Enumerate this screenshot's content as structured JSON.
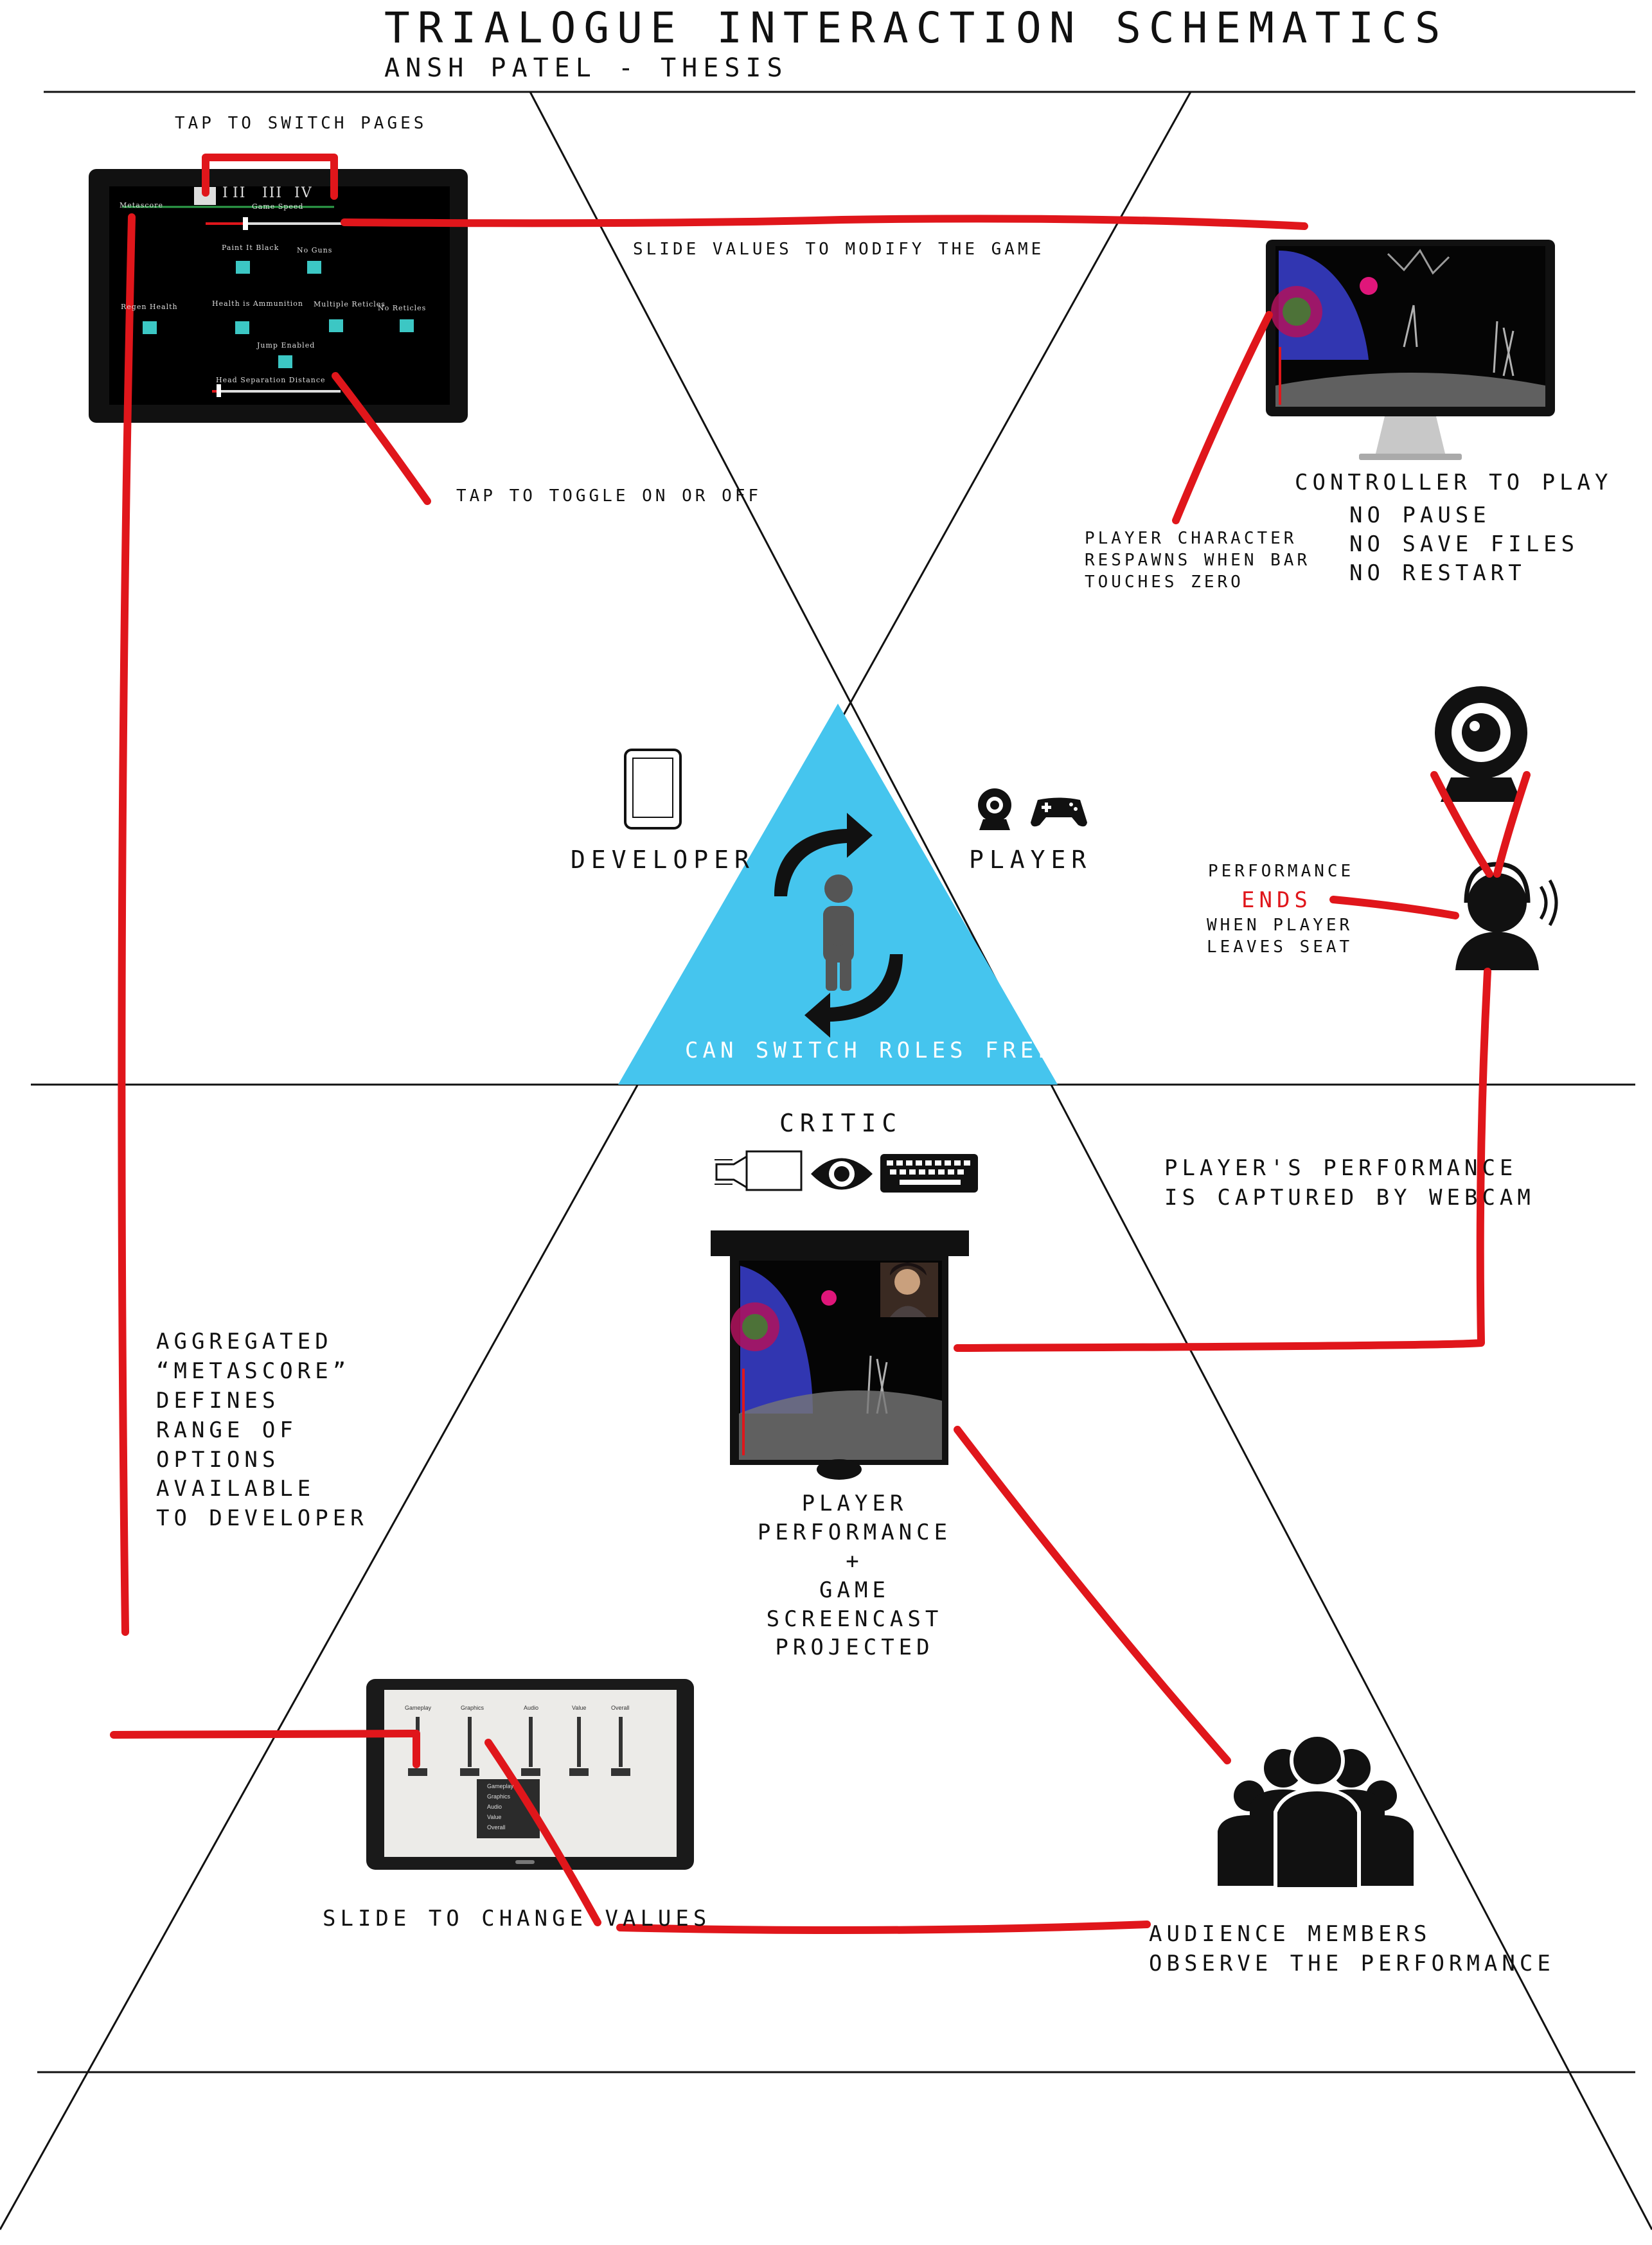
{
  "header": {
    "title": "TRIALOGUE INTERACTION SCHEMATICS",
    "subtitle": "ANSH PATEL - THESIS"
  },
  "roles": {
    "developer": "DEVELOPER",
    "player": "PLAYER",
    "critic": "CRITIC",
    "switch_note": "CAN SWITCH ROLES FREELY"
  },
  "annotations": {
    "tap_switch_pages": "TAP TO SWITCH PAGES",
    "slide_values": "SLIDE VALUES TO MODIFY THE GAME",
    "tap_toggle": "TAP TO TOGGLE ON OR OFF",
    "controller_title": "CONTROLLER TO PLAY",
    "controller_list": "NO PAUSE\nNO SAVE FILES\nNO RESTART",
    "respawn": "PLAYER CHARACTER\nRESPAWNS WHEN BAR\nTOUCHES ZERO",
    "performance": "PERFORMANCE",
    "ends": "ENDS",
    "when_player": "WHEN PLAYER\nLEAVES SEAT",
    "captured": "PLAYER'S PERFORMANCE\nIS CAPTURED BY WEBCAM",
    "metascore": "AGGREGATED\n“METASCORE”\nDEFINES\nRANGE OF\nOPTIONS\nAVAILABLE\nTO DEVELOPER",
    "projected": "PLAYER PERFORMANCE\n+\nGAME SCREENCAST\nPROJECTED",
    "slide_change": "SLIDE TO CHANGE VALUES",
    "audience": "AUDIENCE MEMBERS\nOBSERVE THE PERFORMANCE"
  },
  "dev_tablet": {
    "tabs": [
      "I",
      "II",
      "III",
      "IV"
    ],
    "labels": [
      "Metascore",
      "Game Speed",
      "Paint It Black",
      "No Guns",
      "Regen Health",
      "Health is Ammunition",
      "Multiple Reticles",
      "No Reticles",
      "Jump Enabled",
      "Head Separation Distance"
    ]
  },
  "critic_tablet": {
    "columns": [
      "Gameplay",
      "Graphics",
      "Audio",
      "Value",
      "Overall"
    ],
    "menu": [
      "Gameplay",
      "Graphics",
      "Audio",
      "Value",
      "Overall"
    ]
  },
  "colors": {
    "red_line": "#e0161b",
    "triangle": "#45c5ee",
    "toggle": "#3cc7c4",
    "ink": "#111111"
  },
  "icons": [
    "tablet-icon",
    "webcam-icon",
    "gamepad-icon",
    "refresh-arrows-icon",
    "person-icon",
    "projector-icon",
    "eye-icon",
    "keyboard-icon",
    "headset-user-icon",
    "audience-icon"
  ]
}
